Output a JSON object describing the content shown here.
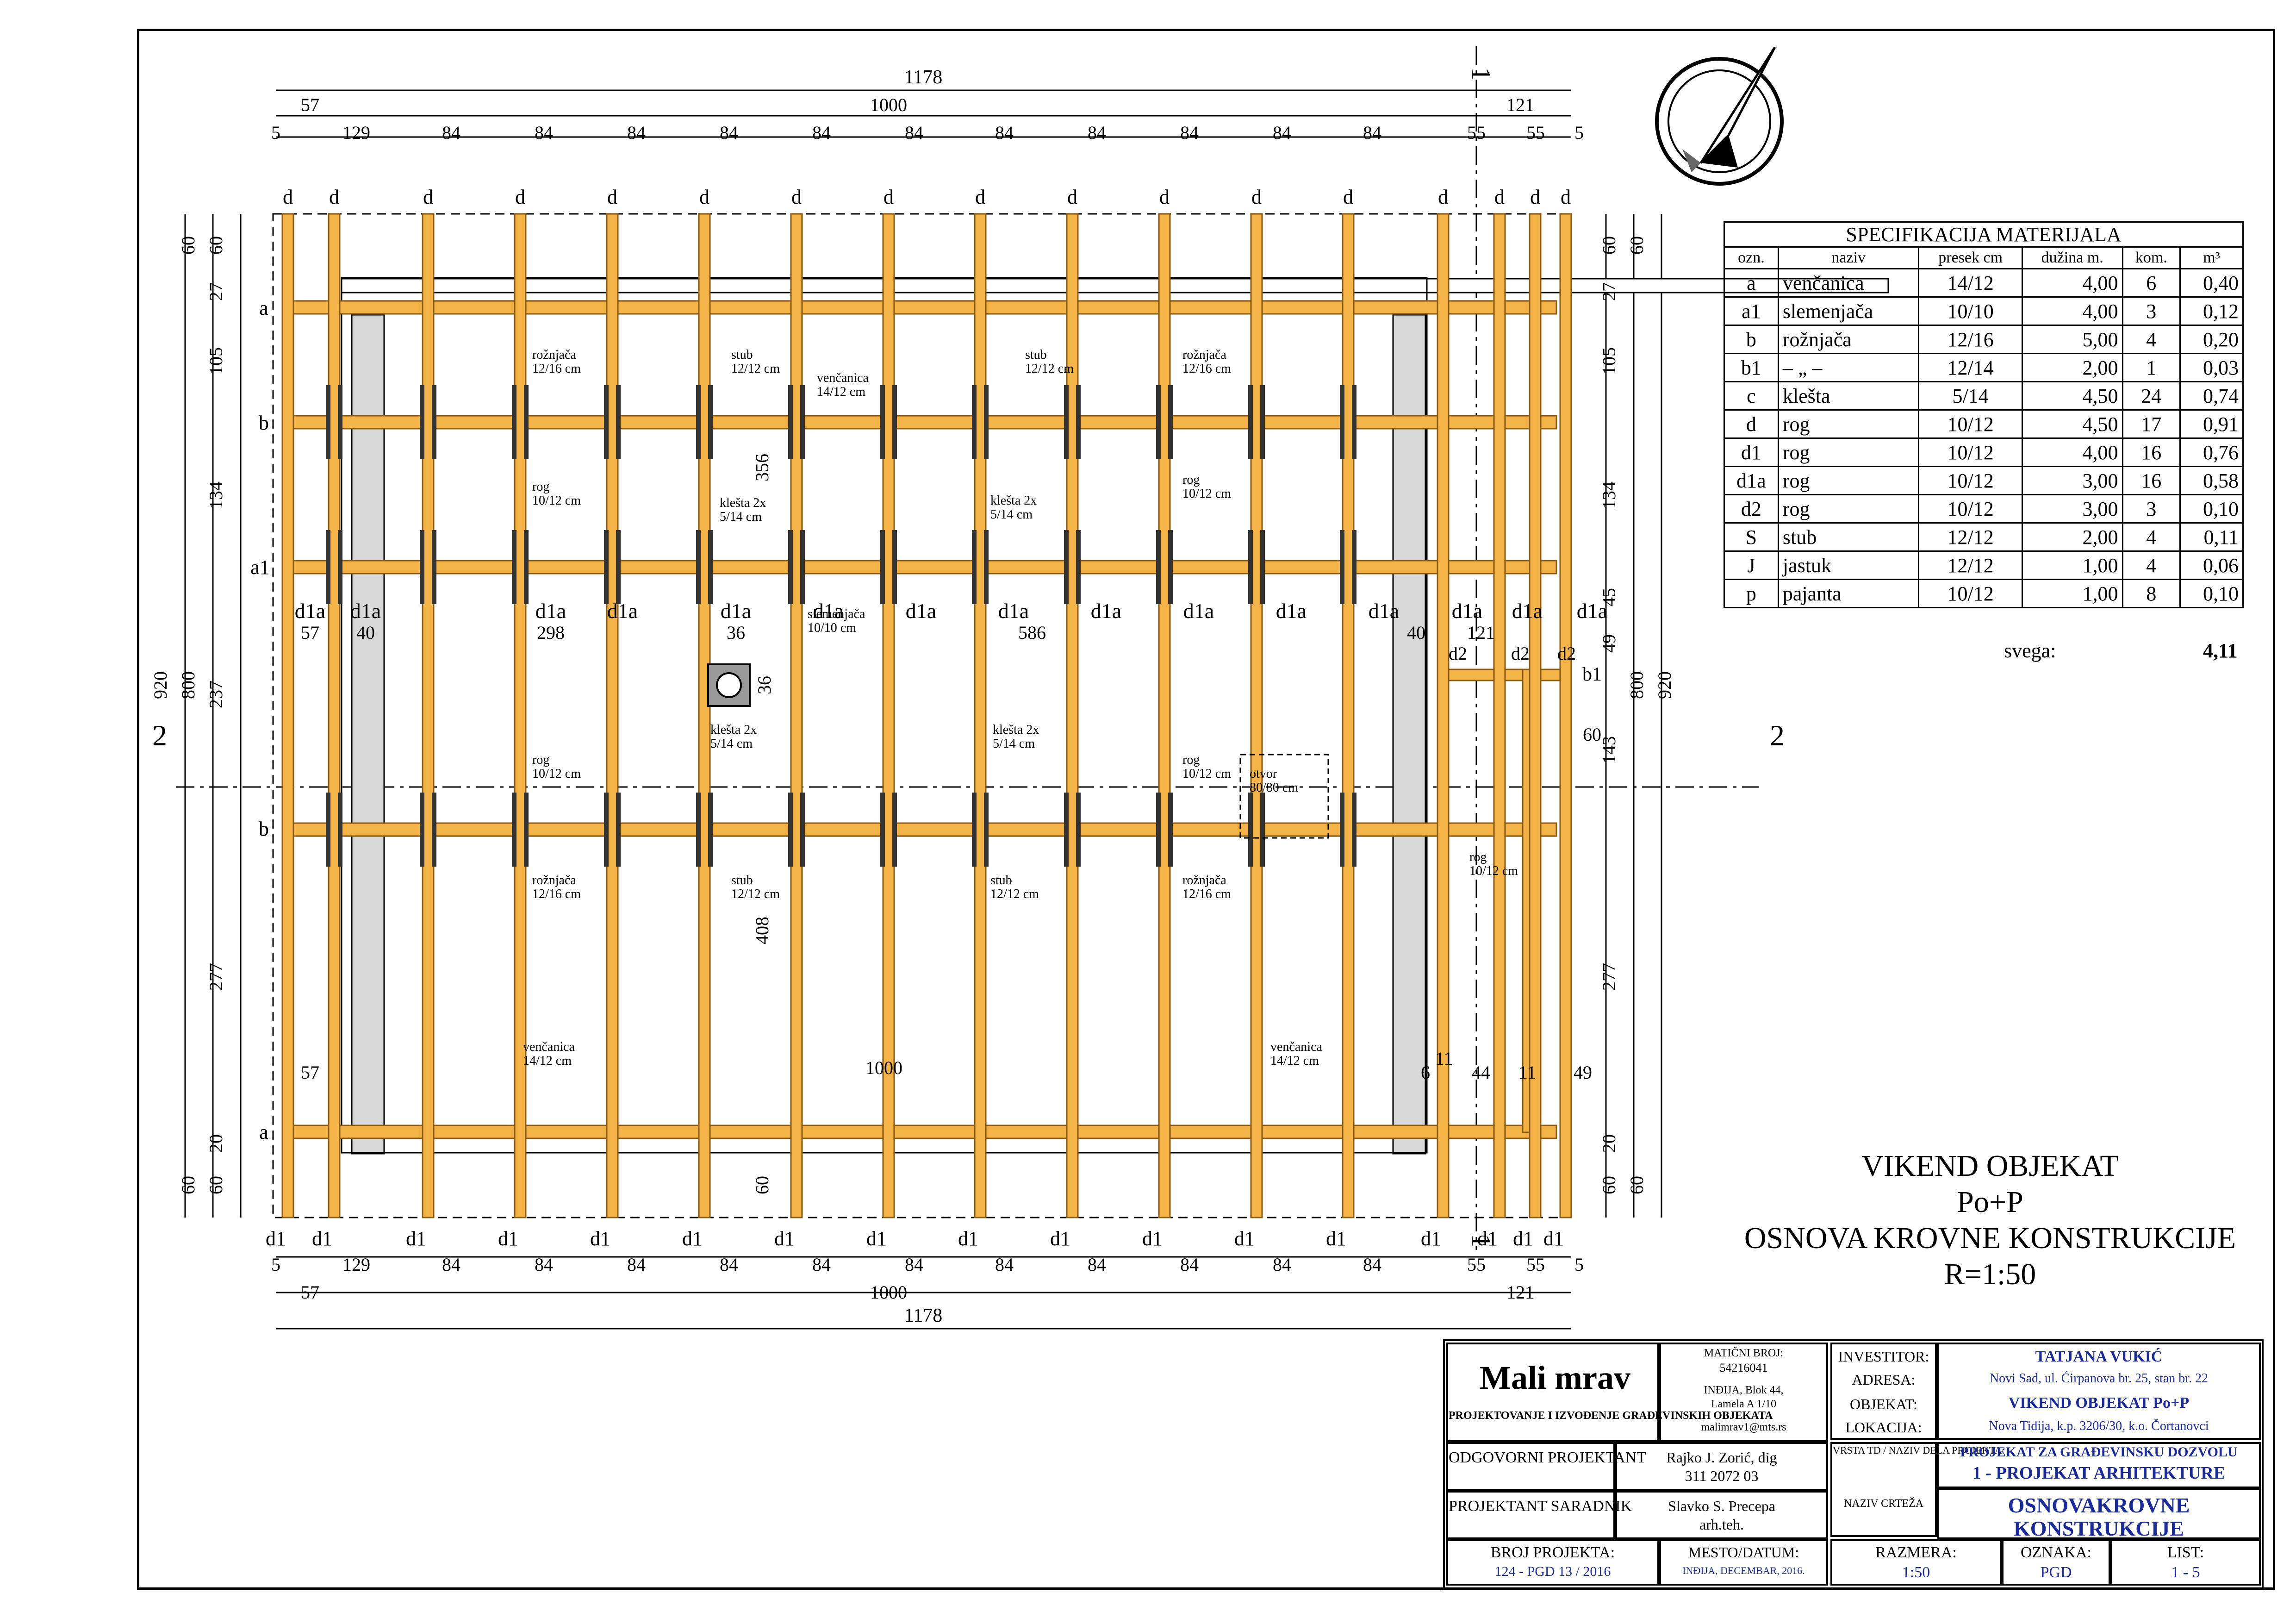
{
  "plan": {
    "overall_dim": "1178",
    "inner_dim": "1000",
    "left_dim": "57",
    "right_dim": "121",
    "spacing_row": [
      "5",
      "129",
      "84",
      "84",
      "84",
      "84",
      "84",
      "84",
      "84",
      "84",
      "84",
      "84",
      "84",
      "55",
      "55",
      "5"
    ],
    "top_rafter_labels": [
      "d",
      "d",
      "d",
      "d",
      "d",
      "d",
      "d",
      "d",
      "d",
      "d",
      "d",
      "d",
      "d",
      "d",
      "d",
      "d",
      "d"
    ],
    "bottom_rafter_labels": [
      "d1",
      "d1",
      "d1",
      "d1",
      "d1",
      "d1",
      "d1",
      "d1",
      "d1",
      "d1",
      "d1",
      "d1",
      "d1",
      "d1",
      "d1",
      "d1",
      "d1"
    ],
    "left_vertical_dims": [
      "60",
      "60",
      "27",
      "105",
      "134",
      "237",
      "800",
      "920",
      "277",
      "20",
      "60",
      "60"
    ],
    "right_vertical_dims": [
      "60",
      "60",
      "27",
      "105",
      "134",
      "45",
      "49",
      "800",
      "920",
      "143",
      "277",
      "20",
      "60",
      "60"
    ],
    "row_labels": [
      "a",
      "b",
      "a1",
      "b",
      "a"
    ],
    "section_marks": [
      "1",
      "1",
      "2",
      "2"
    ],
    "d1a_labels": [
      "d1a",
      "d1a",
      "d1a",
      "d1a",
      "d1a",
      "d1a",
      "d1a",
      "d1a",
      "d1a",
      "d1a",
      "d1a",
      "d1a",
      "d1a",
      "d1a",
      "d1a"
    ],
    "d2_labels": [
      "d2",
      "d2",
      "d2"
    ],
    "b1_label": "b1",
    "annotations": {
      "roznjaca": "rožnjača\n12/16 cm",
      "stub": "stub\n12/12 cm",
      "vencanica": "venčanica\n14/12 cm",
      "rog": "rog\n10/12 cm",
      "klesta2x": "klešta 2x\n5/14 cm",
      "slemenjaca": "slemenjača\n10/10 cm",
      "otvor": "otvor\n80/80 cm"
    },
    "inner_dims": [
      "57",
      "40",
      "298",
      "36",
      "586",
      "40",
      "121",
      "36",
      "356",
      "408",
      "60",
      "1000",
      "57",
      "6",
      "11",
      "44",
      "11",
      "49",
      "60"
    ]
  },
  "spec": {
    "title": "SPECIFIKACIJA MATERIJALA",
    "headers": [
      "ozn.",
      "naziv",
      "presek cm",
      "dužina m.",
      "kom.",
      "m³"
    ],
    "rows": [
      [
        "a",
        "venčanica",
        "14/12",
        "4,00",
        "6",
        "0,40"
      ],
      [
        "a1",
        "slemenjača",
        "10/10",
        "4,00",
        "3",
        "0,12"
      ],
      [
        "b",
        "rožnjača",
        "12/16",
        "5,00",
        "4",
        "0,20"
      ],
      [
        "b1",
        "– „ –",
        "12/14",
        "2,00",
        "1",
        "0,03"
      ],
      [
        "c",
        "klešta",
        "5/14",
        "4,50",
        "24",
        "0,74"
      ],
      [
        "d",
        "rog",
        "10/12",
        "4,50",
        "17",
        "0,91"
      ],
      [
        "d1",
        "rog",
        "10/12",
        "4,00",
        "16",
        "0,76"
      ],
      [
        "d1a",
        "rog",
        "10/12",
        "3,00",
        "16",
        "0,58"
      ],
      [
        "d2",
        "rog",
        "10/12",
        "3,00",
        "3",
        "0,10"
      ],
      [
        "S",
        "stub",
        "12/12",
        "2,00",
        "4",
        "0,11"
      ],
      [
        "J",
        "jastuk",
        "12/12",
        "1,00",
        "4",
        "0,06"
      ],
      [
        "p",
        "pajanta",
        "10/12",
        "1,00",
        "8",
        "0,10"
      ]
    ],
    "total_label": "svega:",
    "total_value": "4,11"
  },
  "titles": {
    "l1": "VIKEND OBJEKAT",
    "l2": "Po+P",
    "l3": "OSNOVA KROVNE KONSTRUKCIJE",
    "l4": "R=1:50"
  },
  "titleblock": {
    "company_logo": "Mali mrav",
    "company_sub": "PROJEKTOVANJE I IZVOĐENJE GRAĐEVINSKIH OBJEKATA",
    "mb_label": "MATIČNI BROJ:",
    "mb_value": "54216041",
    "address1": "INĐIJA, Blok 44,",
    "address2": "Lamela A 1/10",
    "email": "malimrav1@mts.rs",
    "investitor_label": "INVESTITOR:",
    "investitor": "TATJANA VUKIĆ",
    "adresa_label": "ADRESA:",
    "adresa": "Novi Sad, ul. Ćirpanova br. 25, stan br. 22",
    "objekat_label": "OBJEKAT:",
    "objekat": "VIKEND OBJEKAT  Po+P",
    "lokacija_label": "LOKACIJA:",
    "lokacija": "Nova Tidija, k.p. 3206/30, k.o. Čortanovci",
    "odg_label": "ODGOVORNI PROJEKTANT",
    "odg": "Rajko J. Zorić, dig",
    "odg_num": "311 2072 03",
    "vrsta_label": "VRSTA TD / NAZIV DELA PROJEKTA:",
    "vrsta1": "PROJEKAT ZA GRAĐEVINSKU DOZVOLU",
    "vrsta2": "1 - PROJEKAT ARHITEKTURE",
    "sar_label": "PROJEKTANT SARADNIK",
    "sar": "Slavko S. Precepa",
    "sar2": "arh.teh.",
    "naziv_label": "NAZIV CRTEŽA",
    "naziv1": "OSNOVAKROVNE",
    "naziv2": "KONSTRUKCIJE",
    "broj_label": "BROJ PROJEKTA:",
    "broj": "124 - PGD 13 / 2016",
    "mesto_label": "MESTO/DATUM:",
    "mesto": "INĐIJA, DECEMBAR, 2016.",
    "razmera_label": "RAZMERA:",
    "razmera": "1:50",
    "oznaka_label": "OZNAKA:",
    "oznaka": "PGD",
    "list_label": "LIST:",
    "list": "1 - 5"
  },
  "colors": {
    "timber": "#f3b347",
    "timber_stroke": "#8a5a10",
    "wall": "#d8d8d8"
  }
}
